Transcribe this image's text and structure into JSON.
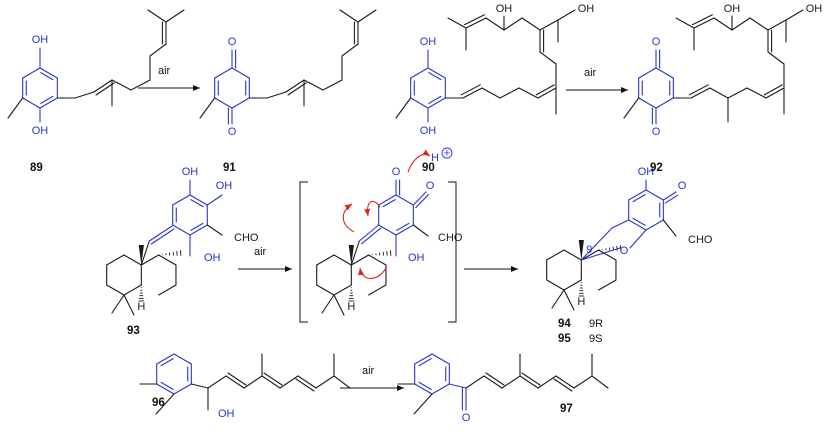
{
  "reagent_label": "air",
  "compounds": [
    {
      "id": "89"
    },
    {
      "id": "91"
    },
    {
      "id": "90"
    },
    {
      "id": "92"
    },
    {
      "id": "93"
    },
    {
      "id": "94",
      "config": "9R"
    },
    {
      "id": "95",
      "config": "9S"
    },
    {
      "id": "96"
    },
    {
      "id": "97"
    }
  ],
  "atom_labels": {
    "OH": "OH",
    "O": "O",
    "CHO": "CHO",
    "H": "H",
    "H_plus": "H",
    "plus": "+",
    "stereocenter": "9"
  },
  "colors": {
    "ink": "#1a1a1a",
    "highlight_blue": "#2b35c9",
    "curly_arrow_red": "#e0201b"
  }
}
